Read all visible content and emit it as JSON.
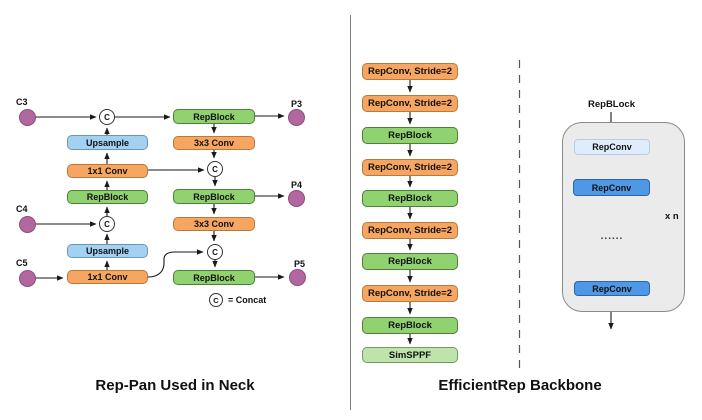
{
  "colors": {
    "orange_fill": "#F6A660",
    "orange_border": "#B87A3C",
    "green_fill": "#90D170",
    "green_border": "#4F7F38",
    "lightgreen_fill": "#BEE3AB",
    "lightgreen_border": "#769B60",
    "blue_fill": "#A3D1F1",
    "blue_border": "#6C96B5",
    "paleblue_fill": "#DFEDFB",
    "paleblue_border": "#B4CDE9",
    "midblue_fill": "#4F98E5",
    "midblue_border": "#2B66A8",
    "node_fill": "#B2689F",
    "node_border": "#8A4E7C",
    "container_fill": "#EBEBEB",
    "line": "#1a1a1a"
  },
  "left_panel": {
    "caption": "Rep-Pan Used in Neck",
    "concat_symbol": "C",
    "legend": {
      "symbol": "C",
      "text": "= Concat"
    },
    "inputs": [
      {
        "label": "C3"
      },
      {
        "label": "C4"
      },
      {
        "label": "C5"
      }
    ],
    "outputs": [
      {
        "label": "P3"
      },
      {
        "label": "P4"
      },
      {
        "label": "P5"
      }
    ],
    "boxes": {
      "upsample_top": "Upsample",
      "conv1x1_top": "1x1 Conv",
      "repblock_left": "RepBlock",
      "upsample_bottom": "Upsample",
      "conv1x1_bottom": "1x1 Conv",
      "repblock_p3": "RepBlock",
      "conv3x3_p3": "3x3 Conv",
      "repblock_p4": "RepBlock",
      "conv3x3_p4": "3x3 Conv",
      "repblock_p5": "RepBlock"
    }
  },
  "middle_panel": {
    "caption": "EfficientRep Backbone",
    "blocks": [
      {
        "label": "RepConv, Stride=2",
        "type": "orange"
      },
      {
        "label": "RepConv, Stride=2",
        "type": "orange"
      },
      {
        "label": "RepBlock",
        "type": "green"
      },
      {
        "label": "RepConv, Stride=2",
        "type": "orange"
      },
      {
        "label": "RepBlock",
        "type": "green"
      },
      {
        "label": "RepConv, Stride=2",
        "type": "orange"
      },
      {
        "label": "RepBlock",
        "type": "green"
      },
      {
        "label": "RepConv, Stride=2",
        "type": "orange"
      },
      {
        "label": "RepBlock",
        "type": "green"
      },
      {
        "label": "SimSPPF",
        "type": "lightgreen"
      }
    ]
  },
  "right_panel": {
    "title": "RepBLock",
    "blocks": [
      {
        "label": "RepConv",
        "type": "pale"
      },
      {
        "label": "RepConv",
        "type": "mid"
      },
      {
        "label": "RepConv",
        "type": "mid"
      }
    ],
    "dots": "......",
    "repeat_label": "x n"
  }
}
